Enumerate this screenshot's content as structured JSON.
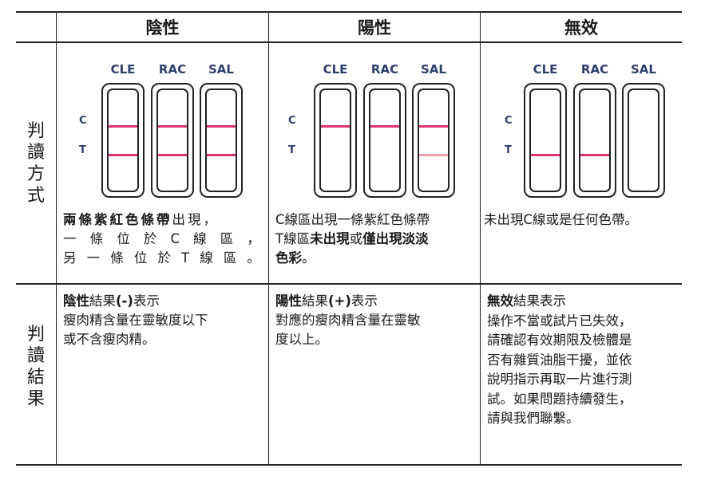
{
  "headers": {
    "negative": "陰性",
    "positive": "陽性",
    "invalid": "無效"
  },
  "row_labels": {
    "method": [
      "判",
      "讀",
      "方",
      "式"
    ],
    "result": [
      "判",
      "讀",
      "結",
      "果"
    ]
  },
  "strip_names": [
    "CLE",
    "RAC",
    "SAL"
  ],
  "ct_labels": {
    "c": "C",
    "t": "T"
  },
  "colors": {
    "band_strong": "#e0356a",
    "band_faint": "#f0a0a8",
    "label_blue": "#2c3e6b"
  },
  "method_text": {
    "negative": {
      "l1_bold": "兩條紫紅色條帶",
      "l1_rest": "出現，",
      "l2": [
        "一",
        "條",
        "位",
        "於",
        "C",
        "線",
        "區",
        "，"
      ],
      "l3": [
        "另",
        "一",
        "條",
        "位",
        "於",
        "T",
        "線",
        "區",
        "。"
      ]
    },
    "positive": {
      "l1": "C線區出現一條紫紅色條帶",
      "l2_a": "T線區",
      "l2_b": "未出現",
      "l2_c": "或",
      "l2_d": "僅出現淡淡",
      "l3_bold": "色彩",
      "l3_rest": "。"
    },
    "invalid": {
      "l1": "未出現C線或是任何色帶。"
    }
  },
  "result_text": {
    "negative": {
      "title_bold": "陰性",
      "title_a": "結果",
      "title_sign": "(-)",
      "title_b": "表示",
      "lines": [
        "瘦肉精含量在靈敏度以下",
        "或不含瘦肉精。"
      ]
    },
    "positive": {
      "title_bold": "陽性",
      "title_a": "結果",
      "title_sign": "(+)",
      "title_b": "表示",
      "lines": [
        "對應的瘦肉精含量在靈敏",
        "度以上。"
      ]
    },
    "invalid": {
      "title_bold": "無效",
      "title_a": "結果表示",
      "lines": [
        "操作不當或試片已失效，",
        "請確認有效期限及檢體是",
        "否有雜質油脂干擾，並依",
        "說明指示再取一片進行測",
        "試。如果問題持續發生，",
        "請與我們聯繫。"
      ]
    }
  }
}
